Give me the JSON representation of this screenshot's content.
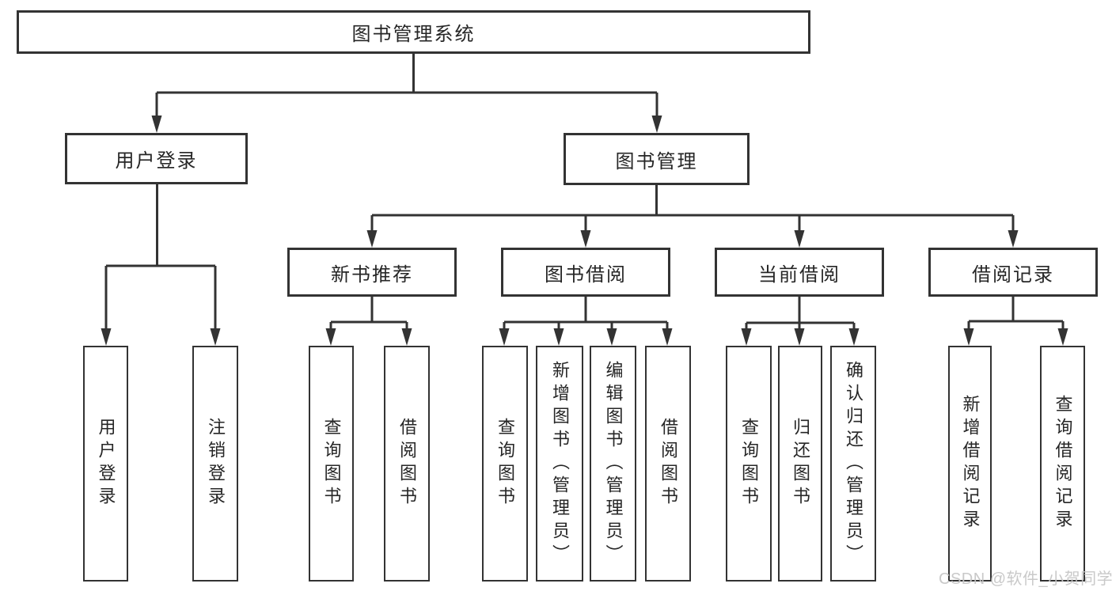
{
  "diagram": {
    "root": {
      "label": "图书管理系统"
    },
    "branches": [
      {
        "label": "用户登录",
        "children": [
          {
            "label": "用户登录"
          },
          {
            "label": "注销登录"
          }
        ]
      },
      {
        "label": "图书管理",
        "children": [
          {
            "label": "新书推荐",
            "children": [
              {
                "label": "查询图书"
              },
              {
                "label": "借阅图书"
              }
            ]
          },
          {
            "label": "图书借阅",
            "children": [
              {
                "label": "查询图书"
              },
              {
                "label": "新增图书（管理员）"
              },
              {
                "label": "编辑图书（管理员）"
              },
              {
                "label": "借阅图书"
              }
            ]
          },
          {
            "label": "当前借阅",
            "children": [
              {
                "label": "查询图书"
              },
              {
                "label": "归还图书"
              },
              {
                "label": "确认归还（管理员）"
              }
            ]
          },
          {
            "label": "借阅记录",
            "children": [
              {
                "label": "新增借阅记录"
              },
              {
                "label": "查询借阅记录"
              }
            ]
          }
        ]
      }
    ]
  },
  "watermark": {
    "text": "CSDN @软件_小贺同学",
    "color": "#c6c6c6"
  },
  "colors": {
    "line": "#333333",
    "text": "#262626",
    "background": "#ffffff"
  }
}
